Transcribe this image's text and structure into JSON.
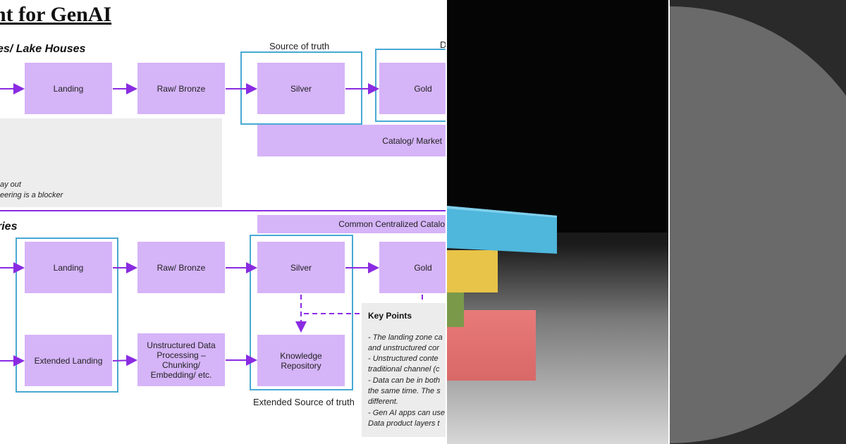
{
  "diagram": {
    "title": "nt for GenAI",
    "section1": {
      "title": "es/ Lake Houses",
      "source_of_truth_label": "Source of truth",
      "clipped_label_d": "D",
      "landing": "Landing",
      "raw_bronze": "Raw/ Bronze",
      "silver": "Silver",
      "gold": "Gold",
      "catalog": "Catalog/ Market",
      "notes": [
        "ay out",
        "eering is a blocker"
      ]
    },
    "section2": {
      "title": "ries",
      "common_catalog": "Common Centralized Catalo",
      "landing": "Landing",
      "raw_bronze": "Raw/ Bronze",
      "silver": "Silver",
      "gold": "Gold",
      "extended_landing": "Extended Landing",
      "unstructured_processing": [
        "Unstructured Data",
        "Processing –",
        "Chunking/",
        "Embedding/ etc."
      ],
      "knowledge_repository": [
        "Knowledge",
        "Repository"
      ],
      "extended_source_label": "Extended Source of truth"
    },
    "key_points": {
      "title": "Key Points",
      "lines": [
        "- The landing zone ca",
        "and unstructured cor",
        "- Unstructured conte",
        "traditional channel (c",
        "- Data can be in both",
        "the same time. The s",
        "different.",
        "- Gen AI apps can use",
        "Data product layers t"
      ]
    },
    "colors": {
      "box_fill": "#d5b4f8",
      "arrow": "#8a2be2",
      "frame": "#49a9d4",
      "note_bg": "#ededed"
    }
  },
  "photo": {
    "subject": "stack of colored sticky notes",
    "note_colors": [
      "#4fb6dc",
      "#e8c448",
      "#7a9a4a",
      "#e47c7c"
    ]
  },
  "circle_panel": {
    "circle_color": "#6a6a6a",
    "background": "#2a2a2a"
  }
}
